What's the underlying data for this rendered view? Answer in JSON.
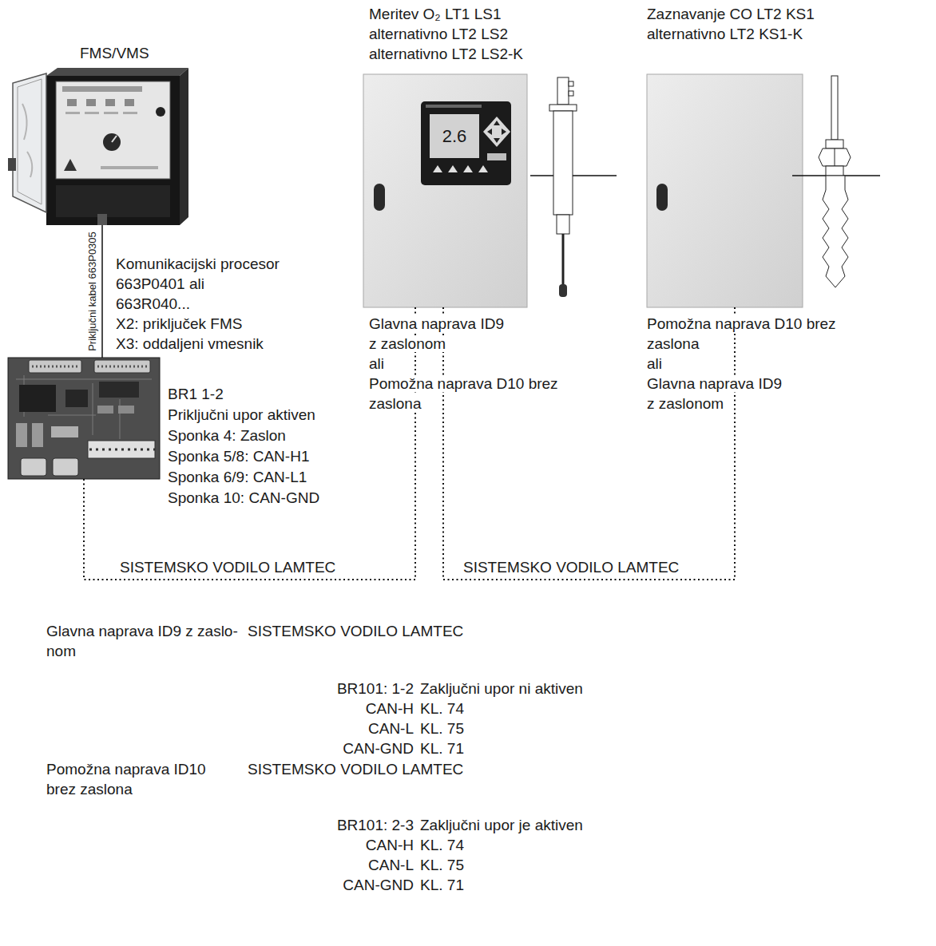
{
  "diagram": {
    "nodes": [
      {
        "text": [
          "FMS/VMS"
        ]
      },
      {
        "text": [
          "Komunikacijski procesor 663P0401 ali 663R040... X2: priključek FMS X3: oddaljeni vmesnik",
          "BR1 1-2 Priključni upor aktiven Sponka 4: Zaslon Sponka 5/8: CAN-H1 Sponka 6/9: CAN-L1 Sponka 10: CAN-GND"
        ]
      },
      {
        "text": [
          "Meritev O₂ LT1 LS1 alternativno LT2 LS2 alternativno LT2 LS2-K",
          "Glavna naprava ID9 z zaslonom ali Pomožna naprava D10 brez zaslona"
        ]
      },
      {
        "text": [
          "2.6"
        ],
        "in": 2
      },
      {
        "text": [
          "Zaznavanje CO LT2 KS1 alternativno LT2 KS1-K",
          "Pomožna naprava D10 brez zaslona ali Glavna naprava ID9 z zaslonom"
        ]
      }
    ],
    "edges": [
      {
        "from": 0,
        "to": 1,
        "label": "Priključni kabel 663P0305",
        "arrow": "none"
      },
      {
        "from": 1,
        "to": 2,
        "label": "SISTEMSKO VODILO LAMTEC",
        "arrow": "none"
      },
      {
        "from": 2,
        "to": 4,
        "label": "SISTEMSKO VODILO LAMTEC",
        "arrow": "none"
      }
    ],
    "labels": [
      "Glavna naprava ID9 z zaslo- nom",
      "SISTEMSKO VODILO LAMTEC",
      "BR101: 1-2",
      "Zaključni upor ni aktiven",
      "CAN-H",
      "KL. 74",
      "CAN-L",
      "KL. 75",
      "CAN-GND",
      "KL. 71",
      "Pomožna naprava ID10 brez zaslona",
      "SISTEMSKO VODILO LAMTEC",
      "BR101: 2-3",
      "Zaključni upor je aktiven",
      "CAN-H",
      "KL. 74",
      "CAN-L",
      "KL. 75",
      "CAN-GND",
      "KL. 71"
    ]
  }
}
